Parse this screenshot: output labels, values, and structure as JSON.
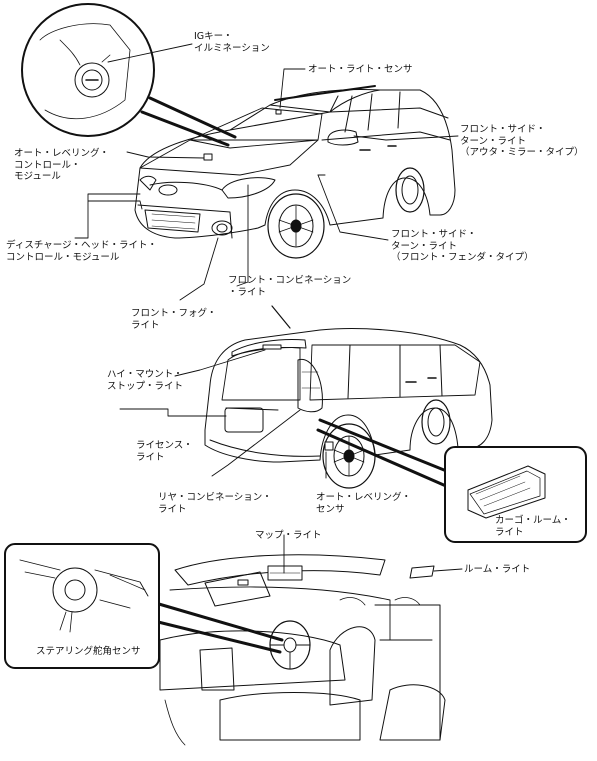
{
  "labels": {
    "ig_key": [
      "IGキー・",
      "イルミネーション"
    ],
    "auto_light_sensor": [
      "オート・ライト・センサ"
    ],
    "front_side_turn_mirror": [
      "フロント・サイド・",
      "ターン・ライト",
      "（アウタ・ミラー・タイプ）"
    ],
    "auto_leveling_module": [
      "オート・レベリング・",
      "コントロール・",
      "モジュール"
    ],
    "discharge_headlight_module": [
      "ディスチャージ・ヘッド・ライト・",
      "コントロール・モジュール"
    ],
    "front_side_turn_fender": [
      "フロント・サイド・",
      "ターン・ライト",
      "（フロント・フェンダ・タイプ）"
    ],
    "front_combination": [
      "フロント・コンビネーション",
      "・ライト"
    ],
    "front_fog": [
      "フロント・フォグ・",
      "ライト"
    ],
    "high_mount_stop": [
      "ハイ・マウント・",
      "ストップ・ライト"
    ],
    "license_light": [
      "ライセンス・",
      "ライト"
    ],
    "rear_combination": [
      "リヤ・コンビネーション・",
      "ライト"
    ],
    "auto_leveling_sensor": [
      "オート・レベリング・",
      "センサ"
    ],
    "cargo_room_light": [
      "カーゴ・ルーム・",
      "ライト"
    ],
    "map_light": [
      "マップ・ライト"
    ],
    "room_light": [
      "ルーム・ライト"
    ],
    "steering_angle_sensor": [
      "ステアリング舵角センサ"
    ]
  }
}
